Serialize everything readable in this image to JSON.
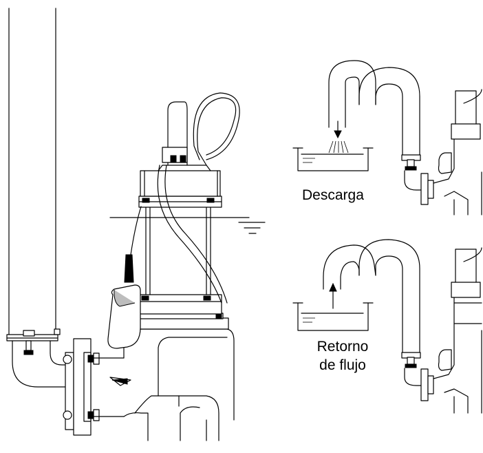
{
  "labels": {
    "discharge": "Descarga",
    "backflow_line1": "Retorno",
    "backflow_line2": "de flujo"
  }
}
